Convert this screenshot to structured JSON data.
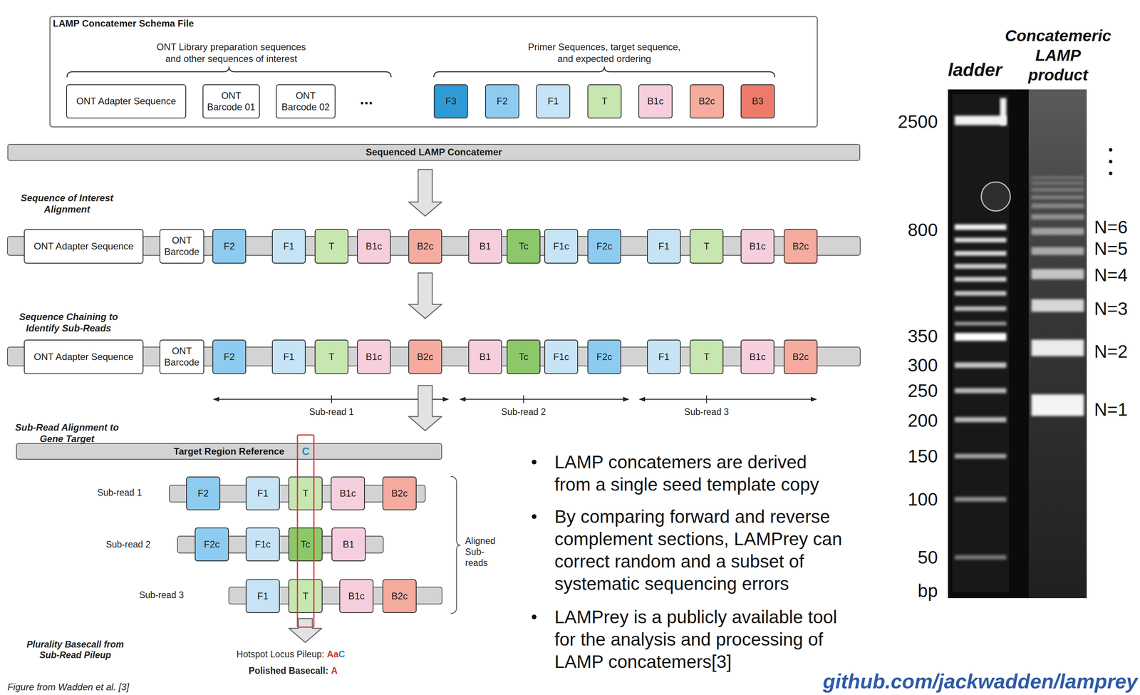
{
  "diagram": {
    "nodes": [
      {
        "text": [
          "LAMP Concatemer Schema File"
        ]
      },
      {
        "text": [
          "ONT Adapter Sequence"
        ],
        "in": 0
      },
      {
        "text": [
          "ONT Barcode 01"
        ],
        "in": 0
      },
      {
        "text": [
          "ONT Barcode 02"
        ],
        "in": 0
      },
      {
        "text": [
          "F3"
        ],
        "in": 0
      },
      {
        "text": [
          "F2"
        ],
        "in": 0
      },
      {
        "text": [
          "F1"
        ],
        "in": 0
      },
      {
        "text": [
          "T"
        ],
        "in": 0
      },
      {
        "text": [
          "B1c"
        ],
        "in": 0
      },
      {
        "text": [
          "B2c"
        ],
        "in": 0
      },
      {
        "text": [
          "B3"
        ],
        "in": 0
      },
      {
        "text": [
          "Sequenced LAMP Concatemer"
        ]
      },
      {
        "text": [
          "ONT Adapter Sequence"
        ]
      },
      {
        "text": [
          "ONT Barcode"
        ]
      },
      {
        "text": [
          "F2"
        ]
      },
      {
        "text": [
          "F1"
        ]
      },
      {
        "text": [
          "T"
        ]
      },
      {
        "text": [
          "B1c"
        ]
      },
      {
        "text": [
          "B2c"
        ]
      },
      {
        "text": [
          "B1"
        ]
      },
      {
        "text": [
          "Tc"
        ]
      },
      {
        "text": [
          "F1c"
        ]
      },
      {
        "text": [
          "F2c"
        ]
      },
      {
        "text": [
          "F1"
        ]
      },
      {
        "text": [
          "T"
        ]
      },
      {
        "text": [
          "B1c"
        ]
      },
      {
        "text": [
          "B2c"
        ]
      },
      {
        "text": [
          "ONT Adapter Sequence"
        ]
      },
      {
        "text": [
          "ONT Barcode"
        ]
      },
      {
        "text": [
          "F2"
        ]
      },
      {
        "text": [
          "F1"
        ]
      },
      {
        "text": [
          "T"
        ]
      },
      {
        "text": [
          "B1c"
        ]
      },
      {
        "text": [
          "B2c"
        ]
      },
      {
        "text": [
          "B1"
        ]
      },
      {
        "text": [
          "Tc"
        ]
      },
      {
        "text": [
          "F1c"
        ]
      },
      {
        "text": [
          "F2c"
        ]
      },
      {
        "text": [
          "F1"
        ]
      },
      {
        "text": [
          "T"
        ]
      },
      {
        "text": [
          "B1c"
        ]
      },
      {
        "text": [
          "B2c"
        ]
      },
      {
        "text": [
          "Target Region Reference"
        ]
      },
      {
        "text": [
          "F2"
        ]
      },
      {
        "text": [
          "F1"
        ]
      },
      {
        "text": [
          "T"
        ]
      },
      {
        "text": [
          "B1c"
        ]
      },
      {
        "text": [
          "B2c"
        ]
      },
      {
        "text": [
          "F2c"
        ]
      },
      {
        "text": [
          "F1c"
        ]
      },
      {
        "text": [
          "Tc"
        ]
      },
      {
        "text": [
          "B1"
        ]
      },
      {
        "text": [
          "F1"
        ]
      },
      {
        "text": [
          "T"
        ]
      },
      {
        "text": [
          "B1c"
        ]
      },
      {
        "text": [
          "B2c"
        ]
      }
    ],
    "labels": [
      "ONT Library preparation sequences and other sequences of interest",
      "Primer Sequences, target sequence, and expected ordering",
      "...",
      "Sequence of Interest Alignment",
      "Sequence Chaining to Identify Sub-Reads",
      "Sub-read 1",
      "Sub-read 2",
      "Sub-read 3",
      "Sub-Read Alignment to Gene Target",
      "C",
      "Sub-read 1",
      "Sub-read 2",
      "Sub-read 3",
      "Aligned Sub-reads",
      "Plurality Basecall from Sub-Read Pileup",
      "Hotspot Locus Pileup:",
      "Aa",
      "C",
      "Polished Basecall:",
      "A",
      "LAMP concatemers are derived from a single seed template copy",
      "By comparing forward and reverse complement sections, LAMPrey can correct random and a subset of systematic sequencing errors",
      "LAMPrey is a publicly available tool for the analysis and processing of LAMP concatemers[3]",
      "Figure from Wadden et al. [3]",
      "ladder",
      "Concatemeric LAMP product",
      "2500",
      "800",
      "350",
      "300",
      "250",
      "200",
      "150",
      "100",
      "50",
      "bp",
      "N=6",
      "N=5",
      "N=4",
      "N=3",
      "N=2",
      "N=1",
      "github.com/jackwadden/lamprey"
    ]
  }
}
